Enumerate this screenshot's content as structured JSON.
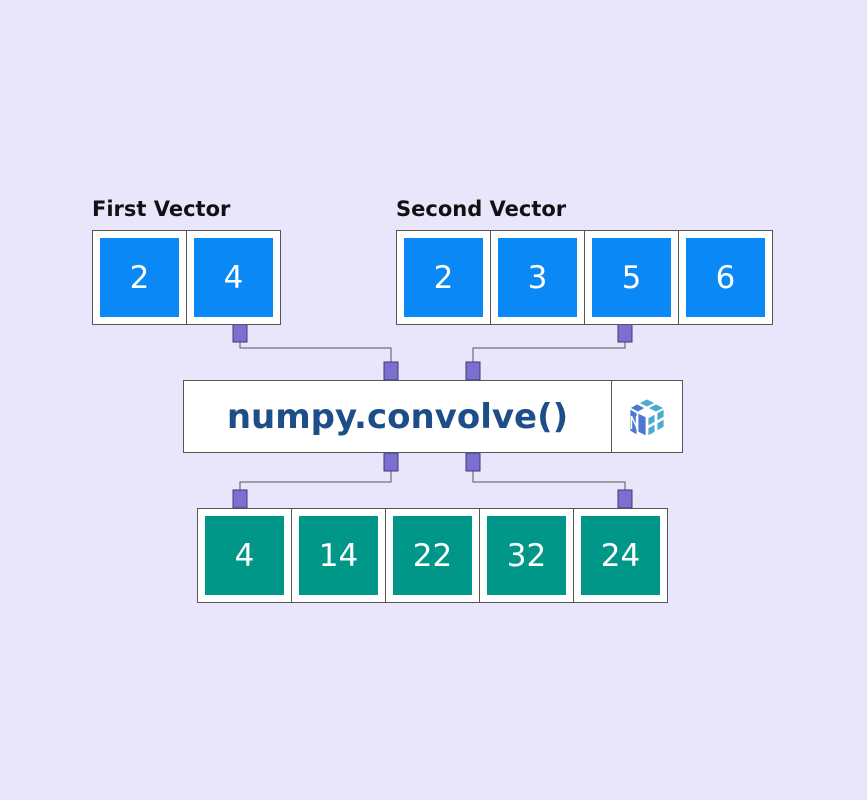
{
  "first_vector": {
    "label": "First Vector",
    "values": [
      "2",
      "4"
    ]
  },
  "second_vector": {
    "label": "Second Vector",
    "values": [
      "2",
      "3",
      "5",
      "6"
    ]
  },
  "function": {
    "name": "numpy.convolve()",
    "logo_icon": "numpy-logo-icon"
  },
  "result": {
    "values": [
      "4",
      "14",
      "22",
      "32",
      "24"
    ]
  },
  "colors": {
    "background": "#e9e6fc",
    "input_tile": "#0a88f5",
    "output_tile": "#009688",
    "connector": "#7b6fcf",
    "function_text": "#1d4e89"
  }
}
